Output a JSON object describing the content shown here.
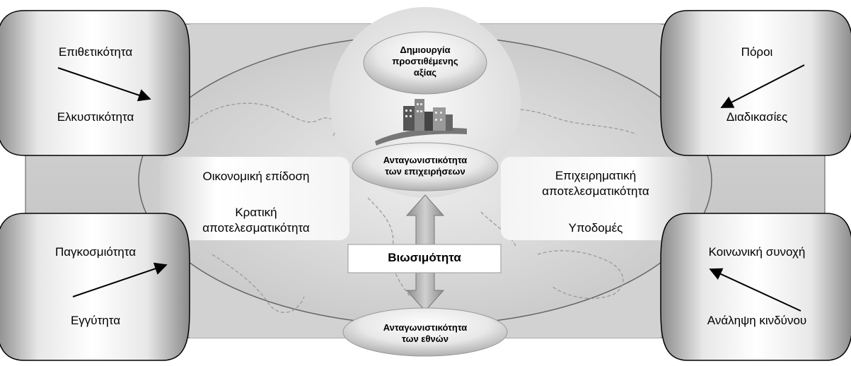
{
  "left_top_box": {
    "top": "Επιθετικότητα",
    "bottom": "Ελκυστικότητα"
  },
  "right_top_box": {
    "top": "Πόροι",
    "bottom": "Διαδικασίες"
  },
  "left_bottom_box": {
    "top": "Παγκοσμιότητα",
    "bottom": "Εγγύτητα"
  },
  "right_bottom_box": {
    "top": "Κοινωνική συνοχή",
    "bottom": "Ανάληψη κινδύνου"
  },
  "top_oval": {
    "line1": "Δημιουργία",
    "line2": "προστιθέμενης",
    "line3": "αξίας"
  },
  "middle_oval": {
    "line1": "Ανταγωνιστικότητα",
    "line2": "των επιχειρήσεων"
  },
  "bottom_oval": {
    "line1": "Ανταγωνιστικότητα",
    "line2": "των εθνών"
  },
  "left_panel": {
    "line1": "Οικονομική επίδοση",
    "line2": "Κρατική",
    "line3": "αποτελεσματικότητα"
  },
  "right_panel": {
    "line1": "Επιχειρηματική",
    "line2": "αποτελεσματικότητα",
    "line3": "Υποδομές"
  },
  "center_label": "Βιωσιμότητα",
  "colors": {
    "world_bg": "#bdbdbd",
    "oval_light": "#f2f2f2",
    "box_dark": "#6e6e6e"
  },
  "icons": [
    "world-map-icon",
    "city-buildings-icon"
  ]
}
